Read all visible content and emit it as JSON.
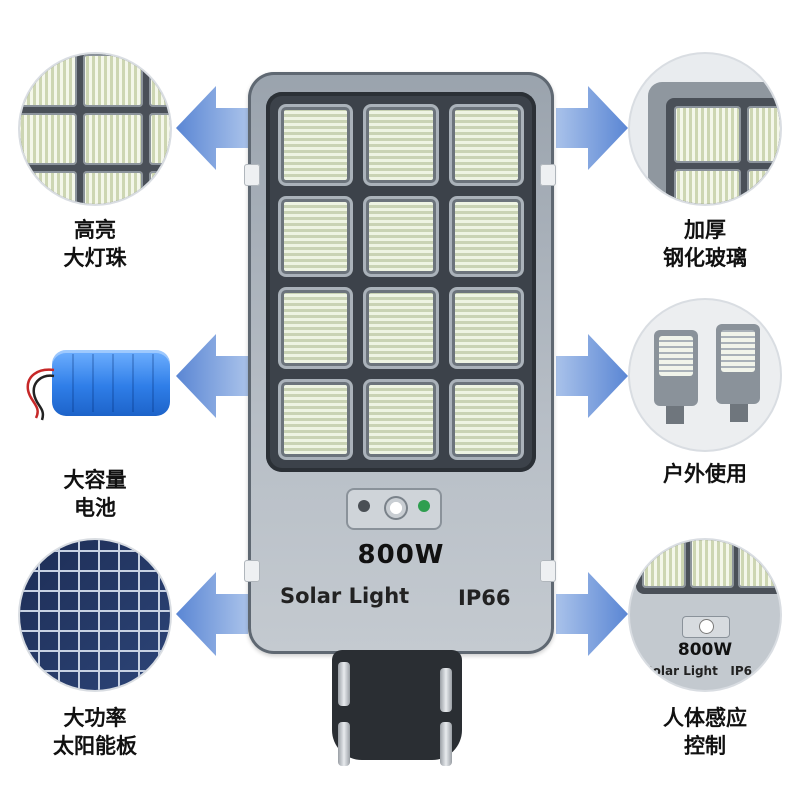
{
  "features": {
    "top_left": "高亮\n大灯珠",
    "top_left_l1": "高亮",
    "top_left_l2": "大灯珠",
    "top_right_l1": "加厚",
    "top_right_l2": "钢化玻璃",
    "mid_left_l1": "大容量",
    "mid_left_l2": "电池",
    "mid_right_l1": "户外使用",
    "bot_left_l1": "大功率",
    "bot_left_l2": "太阳能板",
    "bot_right_l1": "人体感应",
    "bot_right_l2": "控制"
  },
  "lamp": {
    "power": "800W",
    "model": "Solar Light",
    "rating": "IP66"
  },
  "colors": {
    "arrow": "#6f95d6",
    "lamp_body": "#b7bec6"
  }
}
